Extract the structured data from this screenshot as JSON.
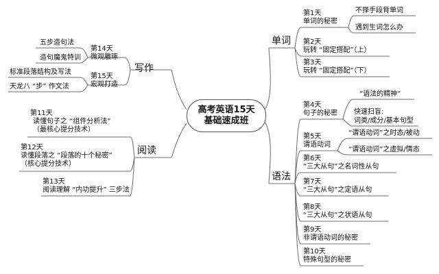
{
  "center": {
    "line1": "高考英语15天",
    "line2": "基础速成班"
  },
  "branches": {
    "vocab": "单词",
    "grammar": "语法",
    "writing": "写作",
    "reading": "阅读"
  },
  "vocab": {
    "day1": {
      "day": "第1天",
      "title": "单词的秘密",
      "subs": [
        "不择手段背单词",
        "遇到生词怎么办"
      ]
    },
    "day2": {
      "day": "第2天",
      "title": "玩转 “固定搭配”（上）"
    },
    "day3": {
      "day": "第3天",
      "title": "玩转 “固定搭配”（下）"
    }
  },
  "grammar": {
    "day4": {
      "day": "第4天",
      "title": "句子的秘密",
      "subs": [
        "“语法的精神”",
        "快速扫盲:",
        "词类/成分/基本句型"
      ]
    },
    "day5": {
      "day": "第5天",
      "title": "谓语动词",
      "subs": [
        "“谓语动词”之时态/被动",
        "“谓语动词”之虚拟/情态"
      ]
    },
    "day6": {
      "day": "第6天",
      "title": "“三大从句”之名词性从句"
    },
    "day7": {
      "day": "第7天",
      "title": "“三大从句”之定语从句"
    },
    "day8": {
      "day": "第8天",
      "title": "“三大从句”之状语从句"
    },
    "day9": {
      "day": "第9天",
      "title": "非谓语动词的秘密"
    },
    "day10": {
      "day": "第10天",
      "title": "特殊句型的秘密"
    }
  },
  "writing": {
    "day14": {
      "day": "第14天",
      "title": "微观雕琢",
      "subs": [
        "五步造句法",
        "造句魔鬼特训"
      ]
    },
    "day15": {
      "day": "第15天",
      "title": "宏观打造",
      "subs": [
        "标准段落结构及写法",
        "天龙八 “步” 作文法"
      ]
    }
  },
  "reading": {
    "day11": {
      "day": "第11天",
      "title": "读懂句子之 “组件分析法”",
      "note": "（最核心提分技术）"
    },
    "day12": {
      "day": "第12天",
      "title": "读懂段落之 “段落的十个秘密”",
      "note": "（核心提分技术）"
    },
    "day13": {
      "day": "第13天",
      "title": "阅读理解 “内功提升” 三步法"
    }
  },
  "colors": {
    "line": "#6b6b6b",
    "text": "#111111",
    "background": "#ffffff"
  }
}
